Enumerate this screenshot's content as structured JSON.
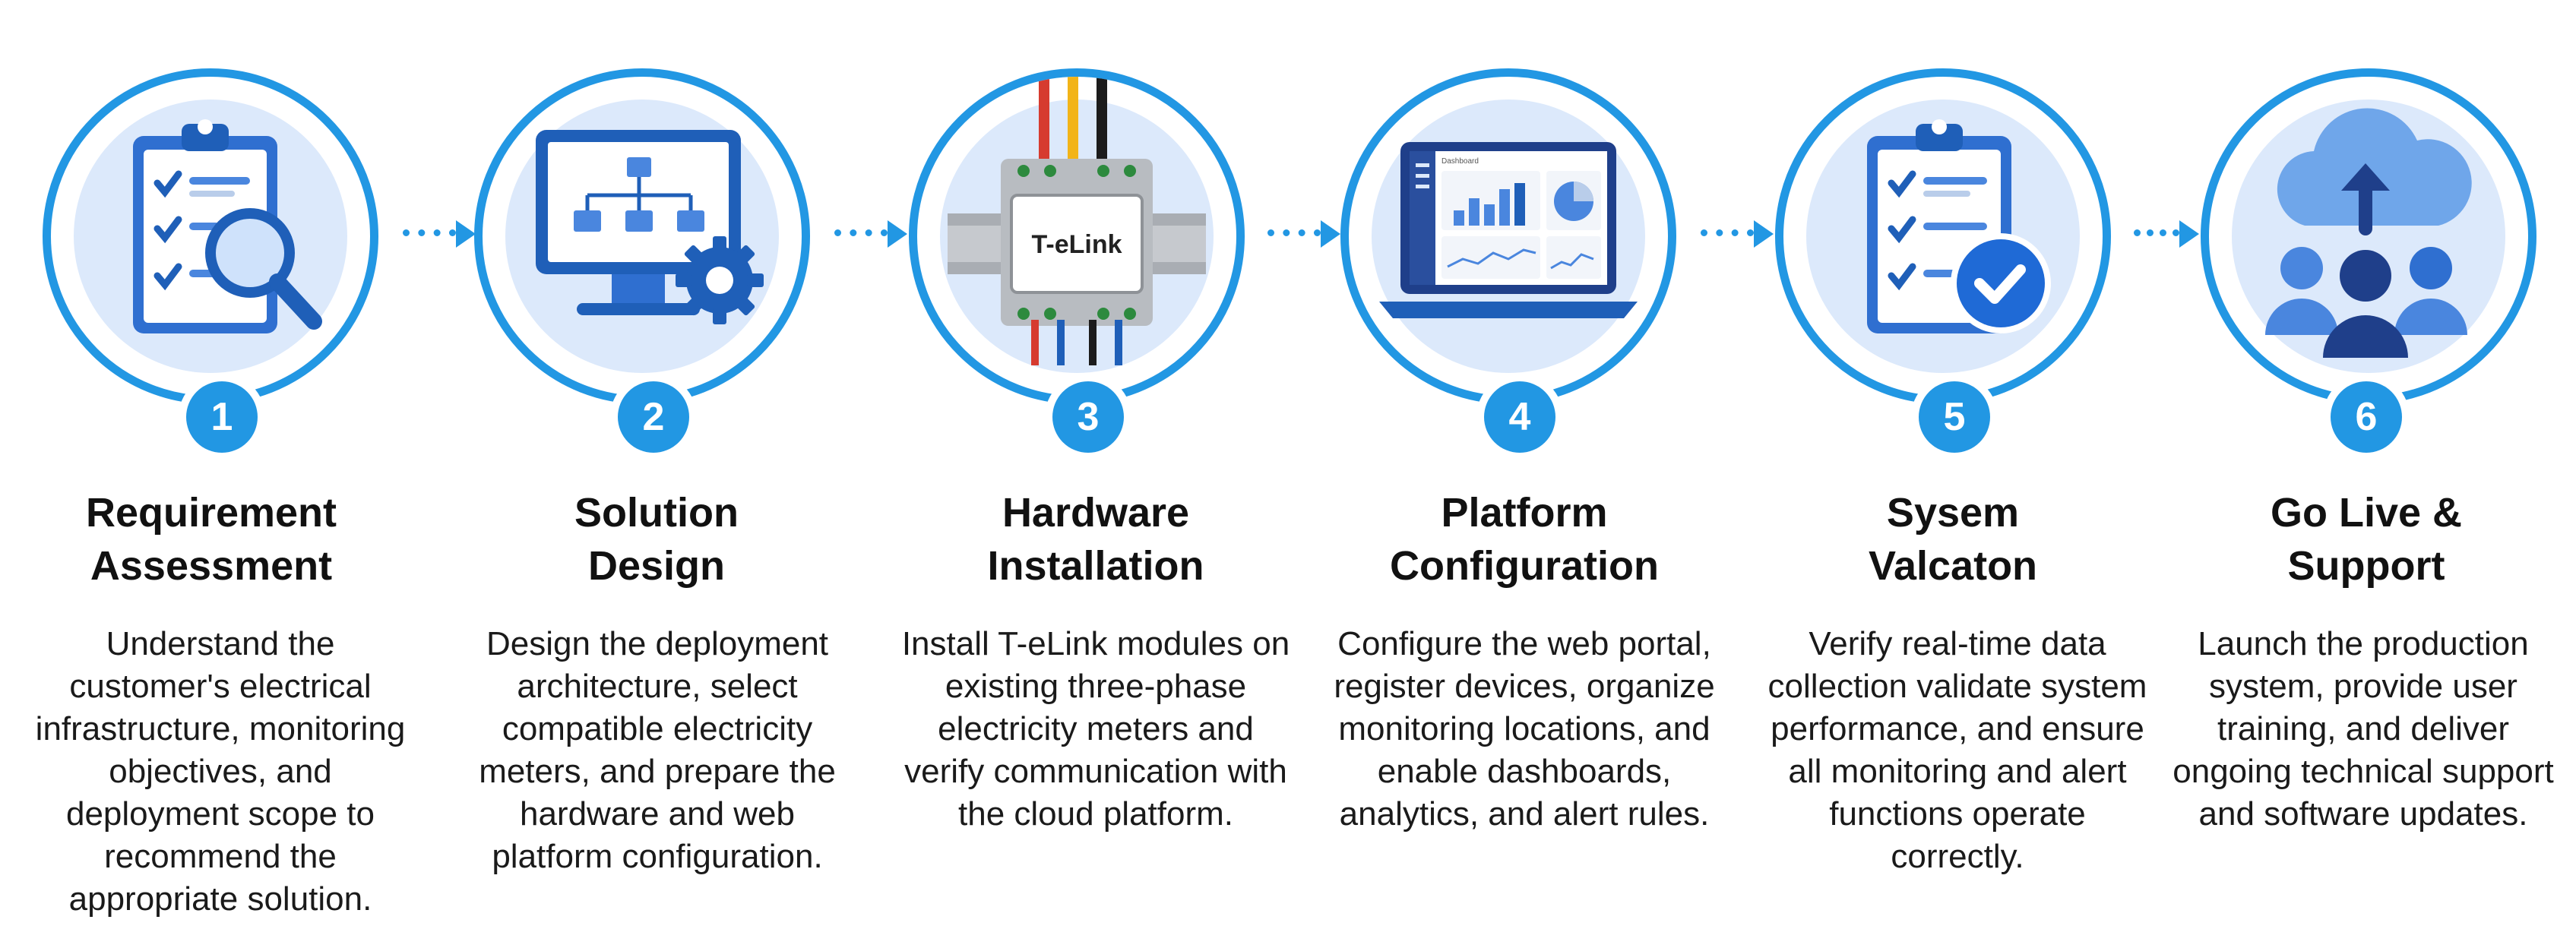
{
  "steps": [
    {
      "number": "1",
      "title_line1": "Requirement",
      "title_line2": "Assessment",
      "description": "Understand the customer's electrical infrastructure, monitoring objectives, and deployment scope to recommend the appropriate solution.",
      "icon": "clipboard-magnifier-icon"
    },
    {
      "number": "2",
      "title_line1": "Solution",
      "title_line2": "Design",
      "description": "Design the deployment architecture, select compatible electricity meters, and prepare the hardware and web platform configuration.",
      "icon": "monitor-gear-icon"
    },
    {
      "number": "3",
      "title_line1": "Hardware",
      "title_line2": "Installation",
      "description": "Install T-eLink modules on existing three-phase electricity meters and verify communication with the cloud platform.",
      "icon": "din-rail-module-icon",
      "device_label": "T-eLink"
    },
    {
      "number": "4",
      "title_line1": "Platform",
      "title_line2": "Configuration",
      "description": "Configure the web portal, register devices, organize monitoring locations, and enable dashboards, analytics, and alert rules.",
      "icon": "laptop-dashboard-icon",
      "screen_label": "Dashboard"
    },
    {
      "number": "5",
      "title_line1": "Sysem",
      "title_line2": "Valcaton",
      "description": "Verify real-time data collection validate system performance, and ensure all monitoring and alert functions operate correctly.",
      "icon": "clipboard-check-icon"
    },
    {
      "number": "6",
      "title_line1": "Go Live &",
      "title_line2": "Support",
      "description": "Launch the production system, provide user training, and deliver ongoing technical support and software updates.",
      "icon": "cloud-upload-users-icon"
    }
  ],
  "colors": {
    "accent": "#2297e3",
    "icon_dark": "#1f5fb8",
    "icon_mid": "#4a86de",
    "icon_light": "#dce9fb"
  }
}
